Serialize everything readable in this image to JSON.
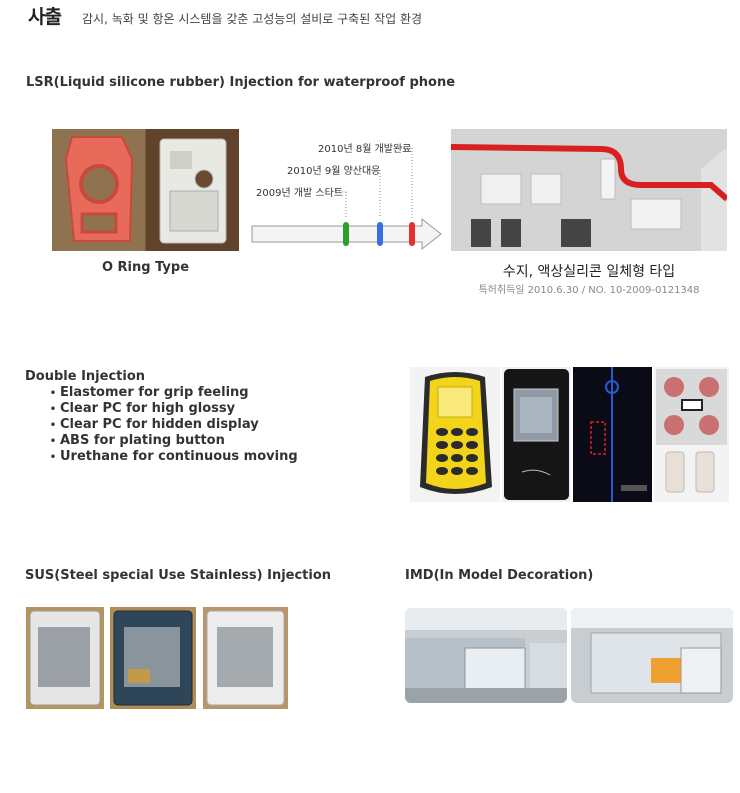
{
  "header": {
    "title": "사출",
    "subtitle": "감시, 녹화 및 항온 시스템을 갖춘 고성능의 설비로 구축된 작업 환경"
  },
  "lsr": {
    "heading": "LSR(Liquid silicone rubber) Injection for waterproof phone",
    "left_caption": "O Ring Type",
    "timeline": [
      {
        "label": "2010년 8월 개발완료",
        "color": "#e53030"
      },
      {
        "label": "2010년 9월 양산대응",
        "color": "#3a6fe0"
      },
      {
        "label": "2009년 개발 스타트",
        "color": "#2aa02a"
      }
    ],
    "right_caption": "수지, 액상실리콘 일체형 타입",
    "patent": "특허취득일 2010.6.30 / NO. 10-2009-0121348"
  },
  "double": {
    "heading": "Double Injection",
    "items": [
      "Elastomer for grip feeling",
      "Clear PC for high glossy",
      "Clear PC for hidden display",
      "ABS for plating button",
      "Urethane for continuous moving"
    ]
  },
  "sus": {
    "heading": "SUS(Steel special Use Stainless) Injection"
  },
  "imd": {
    "heading": "IMD(In Model Decoration)"
  }
}
